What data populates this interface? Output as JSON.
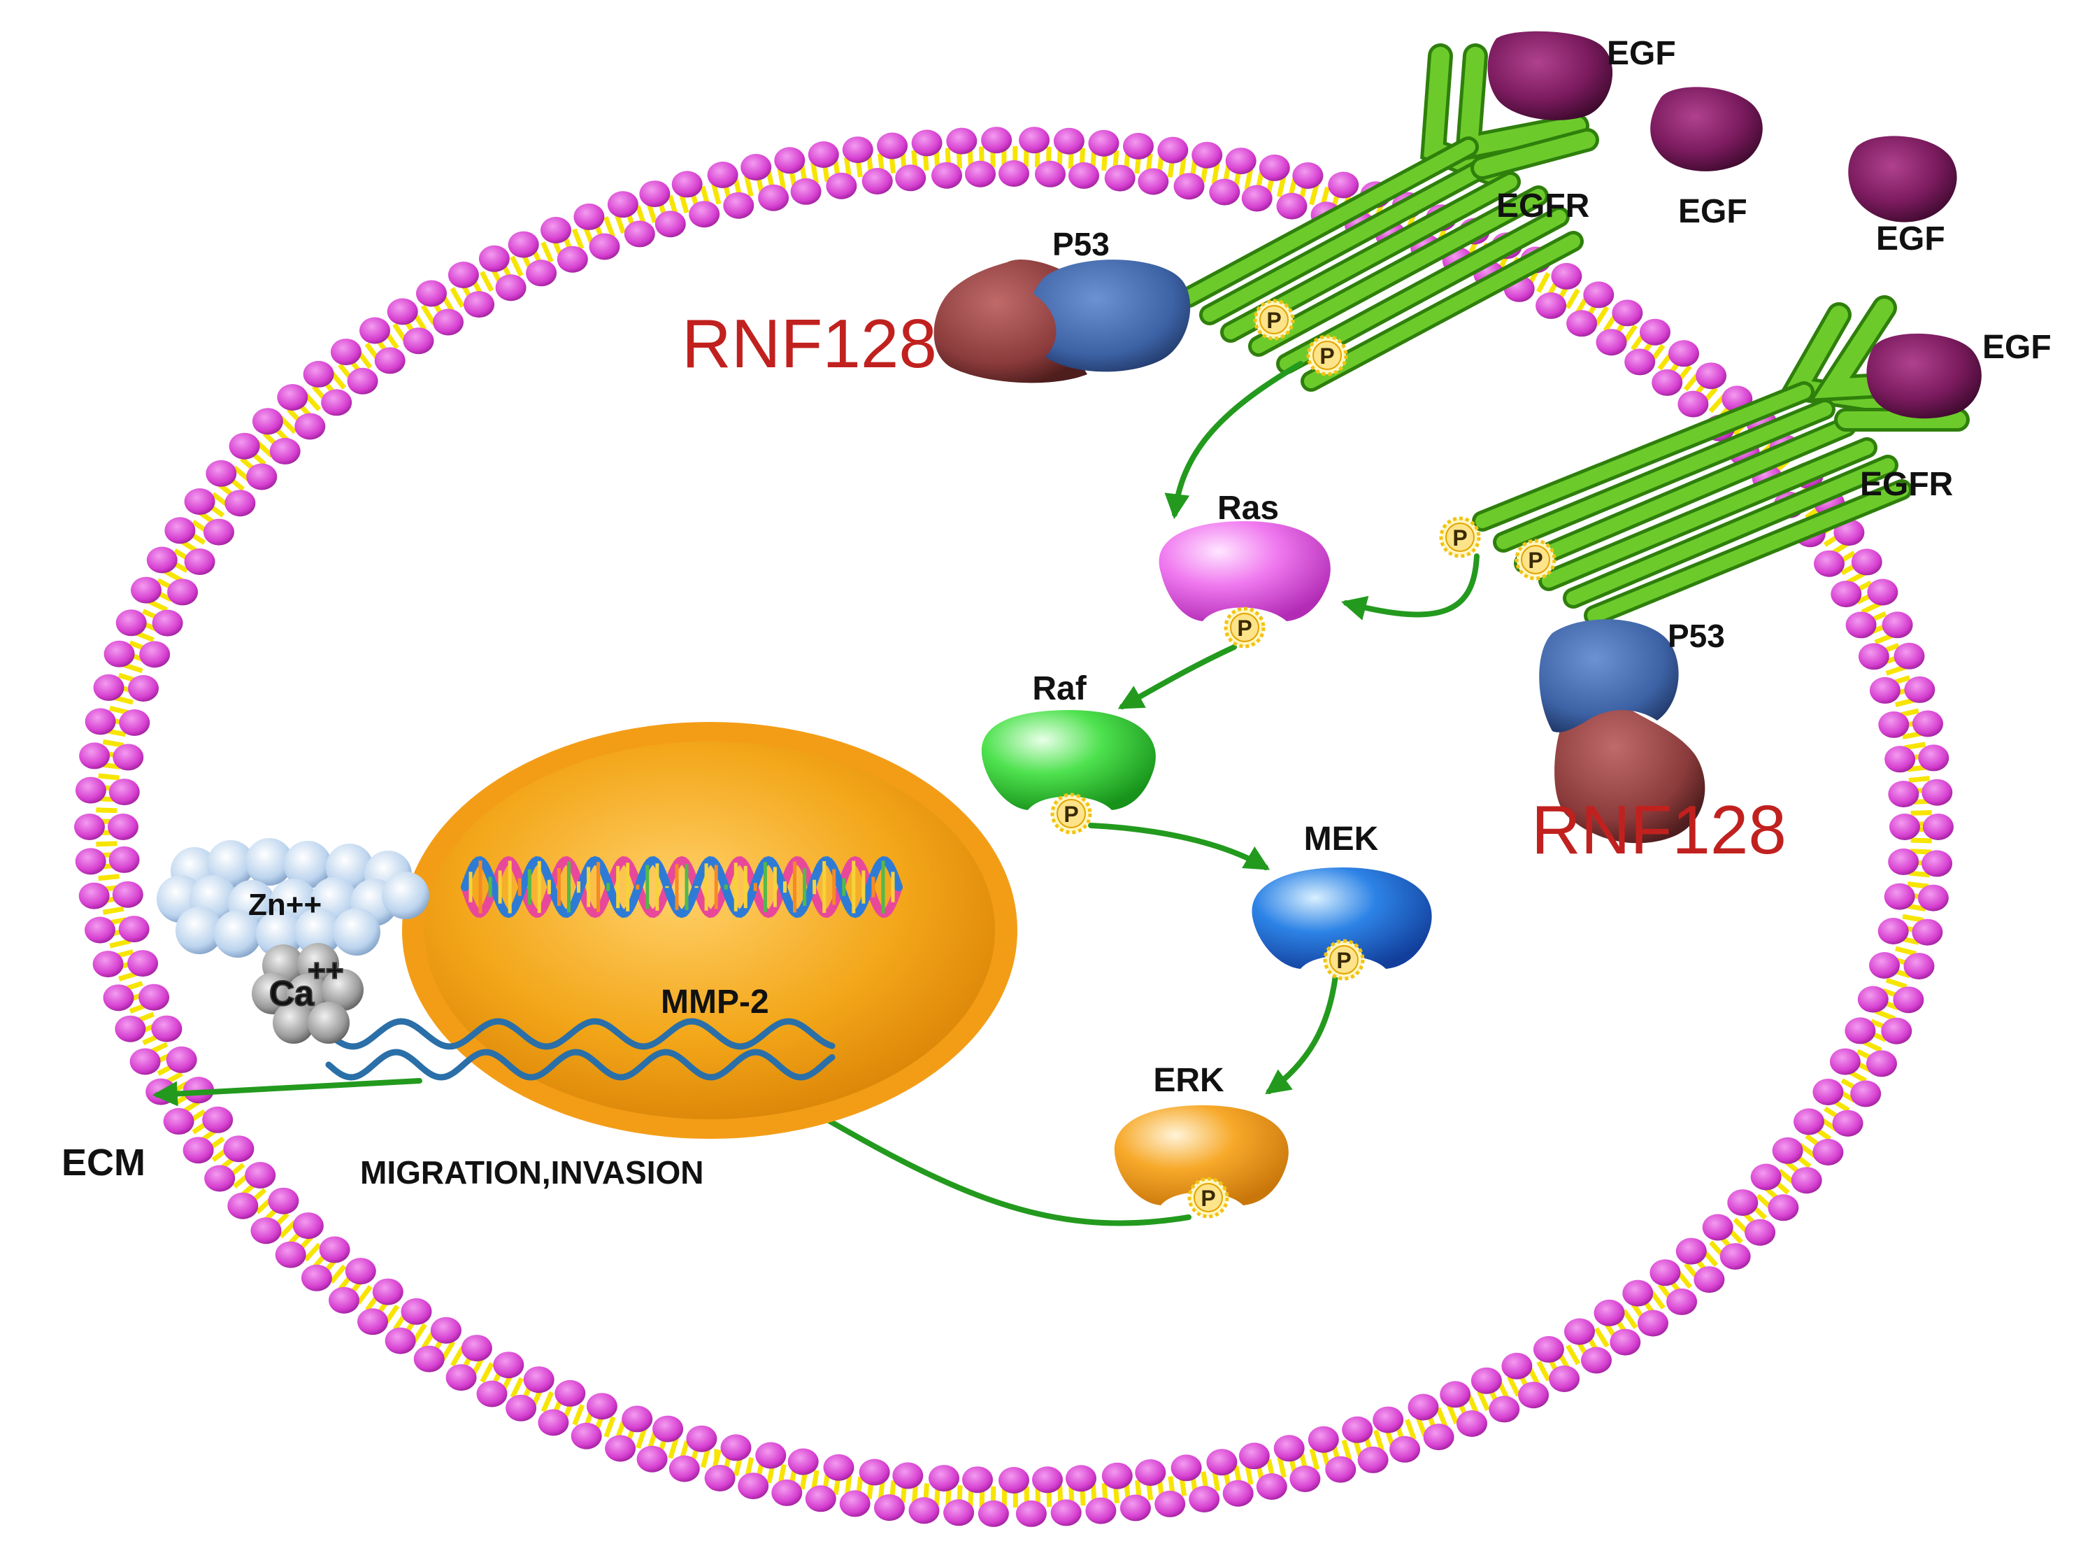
{
  "labels": {
    "egf": "EGF",
    "egfr": "EGFR",
    "p53": "P53",
    "rnf128": "RNF128",
    "ras": "Ras",
    "raf": "Raf",
    "mek": "MEK",
    "erk": "ERK",
    "phospho": "P",
    "zinc": "Zn++",
    "calcium": "Ca",
    "calcium_charge": "++",
    "mmp2": "MMP-2",
    "ecm": "ECM",
    "migration": "MIGRATION,INVASION"
  },
  "colors": {
    "membrane_head": "#d63fd0",
    "membrane_tail": "#f7e400",
    "receptor": "#5bbf1d",
    "egf": "#7b1b5e",
    "p53": "#3d63a6",
    "rnf128": "#8b3b3b",
    "ras": "#f07af0",
    "raf": "#4fe24f",
    "mek": "#2d83e6",
    "erk": "#f7a92a",
    "nucleus": "#f2a11a",
    "arrow": "#239a1e",
    "rnf128_text": "#c0211f",
    "zinc": "#bcd4ee",
    "calcium": "#9a9a9a"
  },
  "icons": {
    "phospho": "phosphate-badge-icon",
    "dna": "dna-helix-icon",
    "mrna": "mrna-strand-icon"
  }
}
